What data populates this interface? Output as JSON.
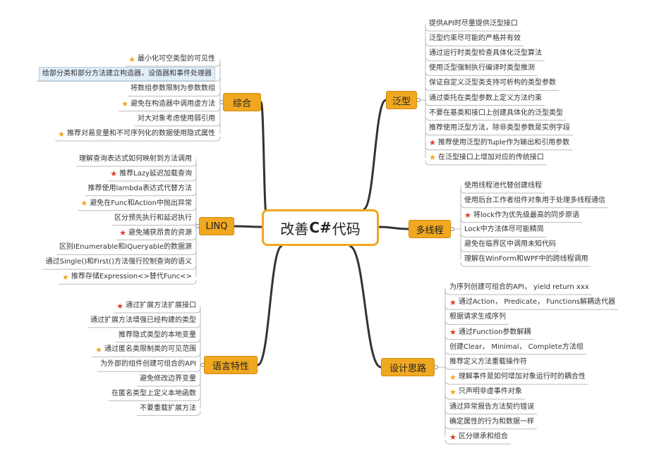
{
  "center": {
    "prefix": "改善",
    "bold": "C#",
    "suffix": "代码"
  },
  "colors": {
    "accent": "#f0a820",
    "star_gold": "#f2a51e",
    "star_red": "#e03a22",
    "line_dark": "#333333",
    "line_light": "#bbbbbb"
  },
  "branches": {
    "zonghe": "综合",
    "linq": "LINQ",
    "yuyan": "语言特性",
    "fanxing": "泛型",
    "duoxiancheng": "多线程",
    "sheji": "设计思路"
  },
  "zonghe_items": [
    {
      "text": "最小化可空类型的可见性",
      "star": "gold"
    },
    {
      "text": "给部分类和部分方法建立构造器，设值器和事件处理器",
      "star": "",
      "highlight": true
    },
    {
      "text": "将数组参数限制为参数数组",
      "star": ""
    },
    {
      "text": "避免在构造器中调用虚方法",
      "star": "gold"
    },
    {
      "text": "对大对象考虑使用弱引用",
      "star": ""
    },
    {
      "text": "推荐对易变量和不可序列化的数据使用隐式属性",
      "star": "gold"
    }
  ],
  "linq_items": [
    {
      "text": "理解查询表达式如何映射到方法调用",
      "star": ""
    },
    {
      "text": "推荐Lazy延迟加载查询",
      "star": "red"
    },
    {
      "text": "推荐使用lambda表达式代替方法",
      "star": ""
    },
    {
      "text": "避免在Func和Action中抛出异常",
      "star": "gold"
    },
    {
      "text": "区分预先执行和延迟执行",
      "star": ""
    },
    {
      "text": "避免捕获昂贵的资源",
      "star": "red"
    },
    {
      "text": "区别IEnumerable和IQueryable的数据源",
      "star": ""
    },
    {
      "text": "通过Single()和First()方法强行控制查询的语义",
      "star": ""
    },
    {
      "text": "推荐存储Expression<>替代Func<>",
      "star": "gold"
    }
  ],
  "yuyan_items": [
    {
      "text": "通过扩展方法扩展接口",
      "star": "red"
    },
    {
      "text": "通过扩展方法增强已经构建的类型",
      "star": ""
    },
    {
      "text": "推荐隐式类型的本地变量",
      "star": ""
    },
    {
      "text": "通过匿名类限制类的可见范围",
      "star": "gold"
    },
    {
      "text": "为外部的组件创建可组合的API",
      "star": ""
    },
    {
      "text": "避免修改边界变量",
      "star": ""
    },
    {
      "text": "在匿名类型上定义本地函数",
      "star": ""
    },
    {
      "text": "不要重载扩展方法",
      "star": ""
    }
  ],
  "fanxing_items": [
    {
      "text": "提供API时尽量提供泛型接口",
      "star": ""
    },
    {
      "text": "泛型约束尽可能的严格并有效",
      "star": ""
    },
    {
      "text": "通过运行时类型检查具体化泛型算法",
      "star": ""
    },
    {
      "text": "使用泛型强制执行编译时类型推测",
      "star": ""
    },
    {
      "text": "保证自定义泛型类支持可析构的类型参数",
      "star": ""
    },
    {
      "text": "通过委托在类型参数上定义方法约束",
      "star": ""
    },
    {
      "text": "不要在基类和接口上创建具体化的泛型类型",
      "star": ""
    },
    {
      "text": "推荐使用泛型方法，除非类型参数是实例字段",
      "star": ""
    },
    {
      "text": "推荐使用泛型的Tuple作为输出和引用参数",
      "star": "red"
    },
    {
      "text": "在泛型接口上增加对应的传统接口",
      "star": "gold"
    }
  ],
  "duoxiancheng_items": [
    {
      "text": "使用线程池代替创建线程",
      "star": ""
    },
    {
      "text": "使用后台工作者组件对象用于处理多线程通信",
      "star": ""
    },
    {
      "text": "将lock作为优先级最高的同步原语",
      "star": "red"
    },
    {
      "text": "Lock中方法体尽可能精简",
      "star": ""
    },
    {
      "text": "避免在临界区中调用未知代码",
      "star": ""
    },
    {
      "text": "理解在WinForm和WPF中的跨线程调用",
      "star": ""
    }
  ],
  "sheji_items": [
    {
      "text": "为序列创建可组合的API， yield return xxx",
      "star": ""
    },
    {
      "text": "通过Action， Predicate， Functions解耦迭代器",
      "star": "red"
    },
    {
      "text": "根据请求生成序列",
      "star": ""
    },
    {
      "text": "通过Function参数解耦",
      "star": "red"
    },
    {
      "text": "创建Clear， Minimal， Complete方法组",
      "star": ""
    },
    {
      "text": "推荐定义方法重载操作符",
      "star": ""
    },
    {
      "text": "理解事件是如何增加对象运行时的耦合性",
      "star": "gold"
    },
    {
      "text": "只声明非虚事件对象",
      "star": "gold"
    },
    {
      "text": "通过异常报告方法契约错误",
      "star": ""
    },
    {
      "text": "确定属性的行为和数据一样",
      "star": ""
    },
    {
      "text": "区分继承和组合",
      "star": "red"
    }
  ]
}
